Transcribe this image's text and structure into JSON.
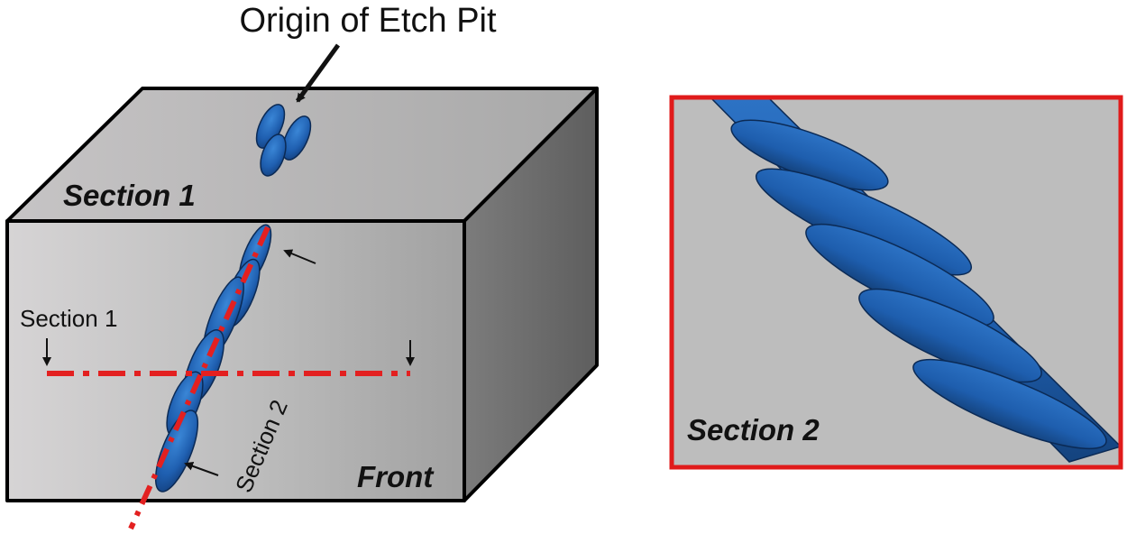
{
  "labels": {
    "title": "Origin of Etch Pit",
    "section1_top": "Section 1",
    "section1_side": "Section 1",
    "section2_side": "Section 2",
    "front": "Front",
    "section2_inset": "Section 2"
  },
  "colors": {
    "pit_fill": "#1f5fb0",
    "pit_edge": "#0b2a55",
    "section_line": "#e32020",
    "inset_frame": "#e01b1b",
    "inset_bg": "#bdbdbd"
  }
}
